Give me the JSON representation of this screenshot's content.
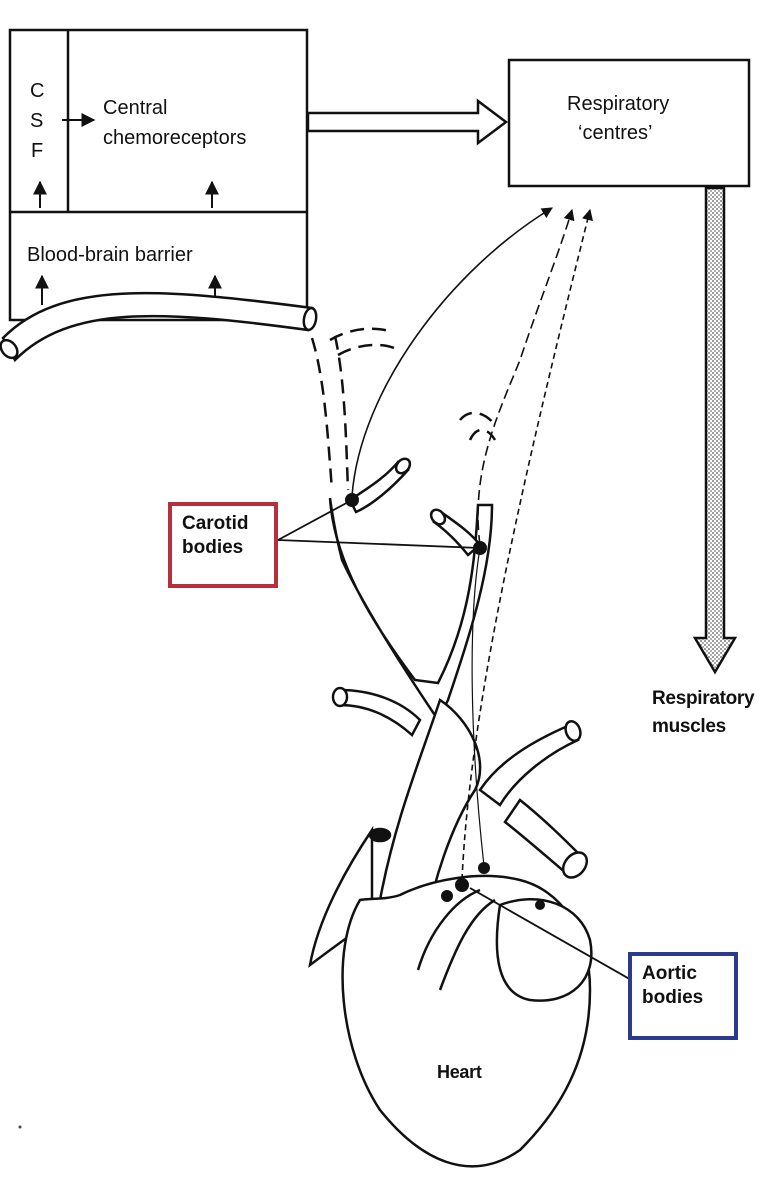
{
  "labels": {
    "csf_c": "C",
    "csf_s": "S",
    "csf_f": "F",
    "central_chemoreceptors_line1": "Central",
    "central_chemoreceptors_line2": "chemoreceptors",
    "blood_brain_barrier": "Blood-brain barrier",
    "respiratory_centres_line1": "Respiratory",
    "respiratory_centres_line2": "‘centres’",
    "respiratory_muscles_line1": "Respiratory",
    "respiratory_muscles_line2": "muscles",
    "heart": "Heart"
  },
  "callouts": {
    "carotid_line1": "Carotid",
    "carotid_line2": "bodies",
    "aortic_line1": "Aortic",
    "aortic_line2": "bodies"
  },
  "colors": {
    "carotid_border": "#b5303c",
    "aortic_border": "#2a3a8f",
    "ink": "#111111"
  }
}
